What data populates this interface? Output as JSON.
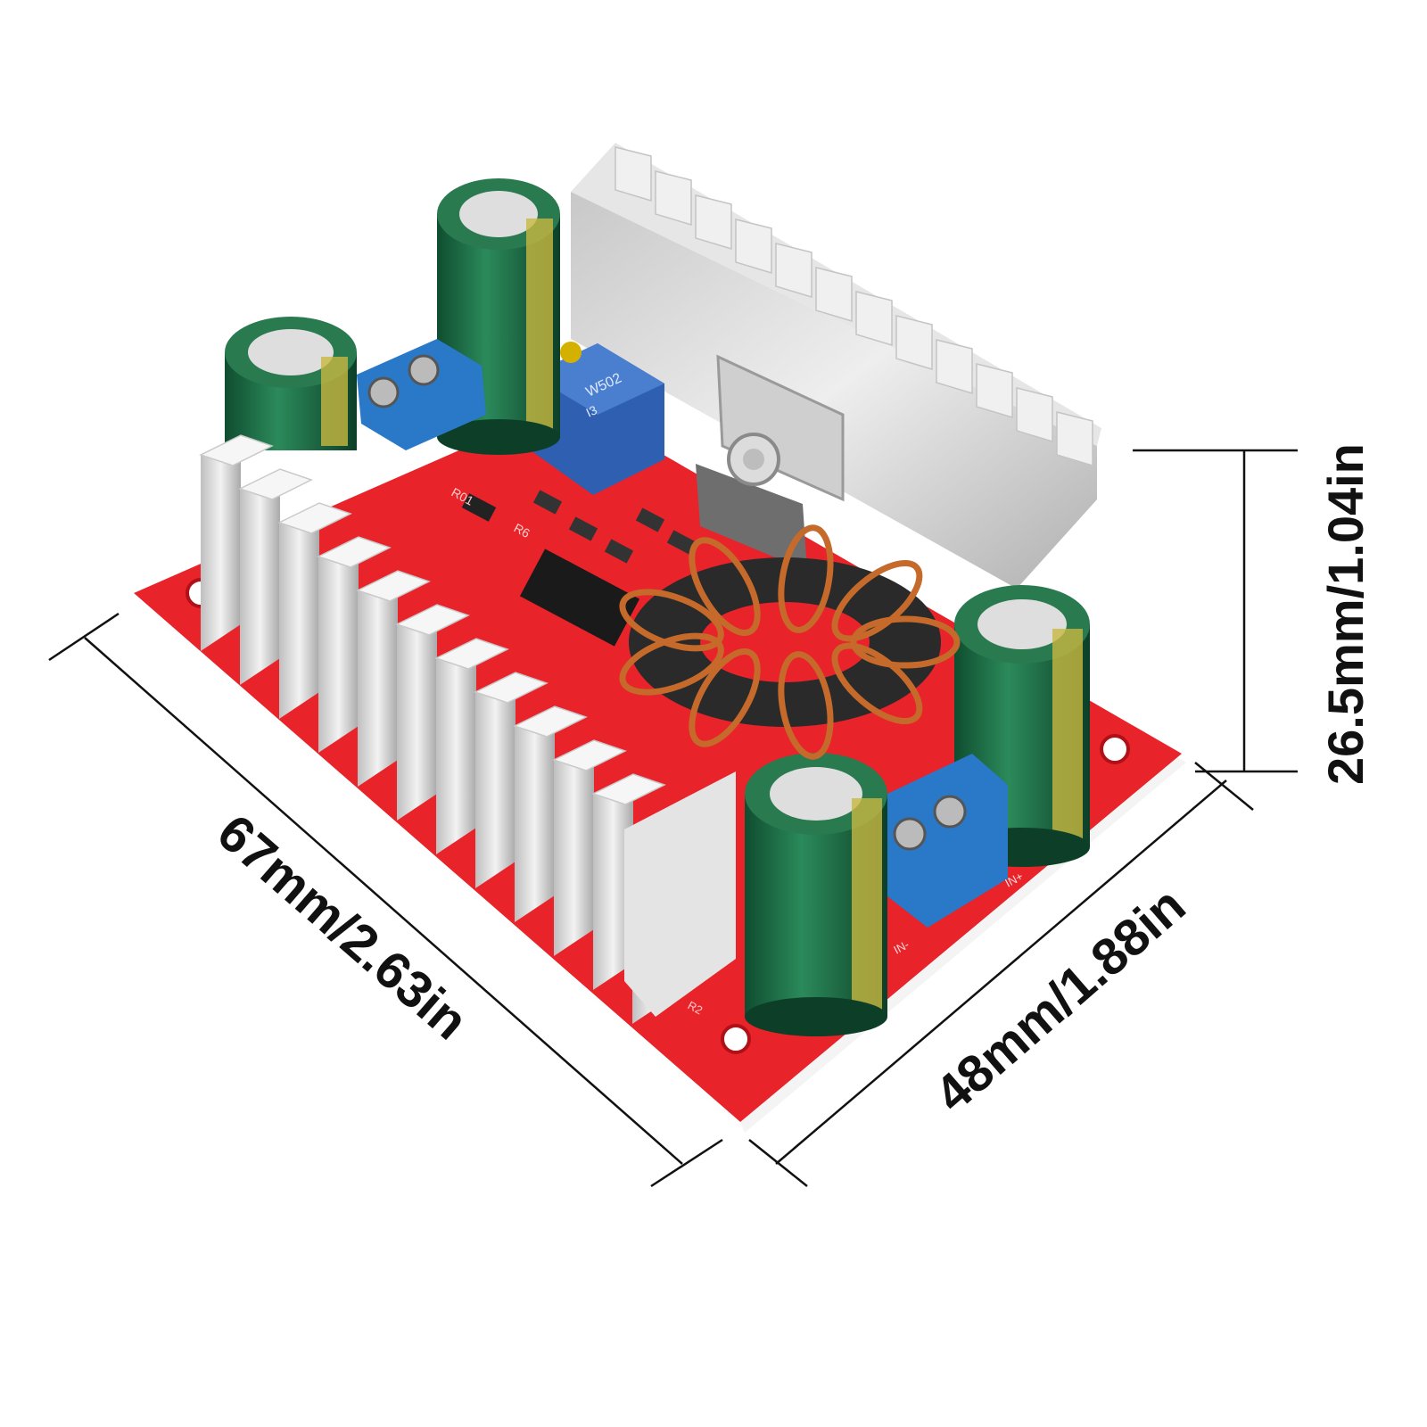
{
  "dimensions": {
    "length": "67mm/2.63in",
    "width": "48mm/1.88in",
    "height": "26.5mm/1.04in"
  },
  "board_markings": {
    "trimpot": "W502",
    "trimpot_sub": "I3",
    "resistor_1": "R01",
    "resistor_2": "R6",
    "terminal_out_1": "IN-",
    "terminal_out_2": "IN+",
    "resistor_r2": "R2"
  },
  "colors": {
    "pcb_red": "#e8232a",
    "heatsink": "#d9d9d9",
    "capacitor": "#1d6b45",
    "terminal_block": "#2a78c8",
    "copper_coil": "#c56a2a",
    "trimpot_blue": "#2e5fb0"
  }
}
